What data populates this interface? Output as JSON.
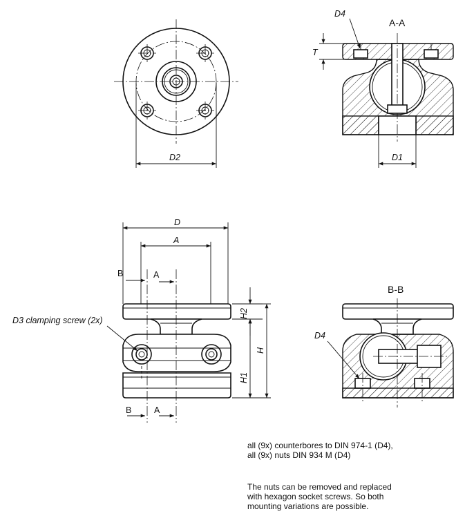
{
  "labels": {
    "d4_top": "D4",
    "section_aa": "A-A",
    "t": "T",
    "d2": "D2",
    "d1": "D1",
    "d": "D",
    "a": "A",
    "b_upper": "B",
    "a_upper": "A",
    "b_lower": "B",
    "a_lower": "A",
    "h2": "H2",
    "h": "H",
    "h1": "H1",
    "d3_clamping": "D3  clamping screw (2x)",
    "section_bb": "B-B",
    "d4_bb": "D4"
  },
  "notes": {
    "counterbore_line1": "all (9x) counterbores to DIN 974-1 (D4),",
    "counterbore_line2": "all (9x) nuts DIN 934 M (D4)",
    "nuts_line1": "The nuts can be removed and replaced",
    "nuts_line2": "with hexagon socket screws. So both",
    "nuts_line3": "mounting variations are possible."
  }
}
